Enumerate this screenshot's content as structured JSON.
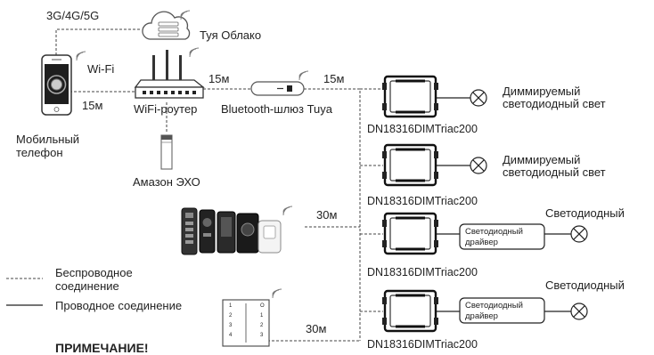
{
  "labels": {
    "network": "3G/4G/5G",
    "cloud": "Туя Облако",
    "wifi": "Wi-Fi",
    "dist_phone_router": "15м",
    "dist_router_gateway": "15м",
    "dist_gateway_bus": "15м",
    "router": "WiFi-роутер",
    "gateway": "Bluetooth-шлюз Tuya",
    "phone_line1": "Мобильный",
    "phone_line2": "телефон",
    "amazon": "Амазон ЭХО",
    "dist_remotes": "30м",
    "dist_panel": "30м"
  },
  "devices": [
    {
      "model": "DN18316DIMTriac200",
      "load_line1": "Диммируемый",
      "load_line2": "светодиодный свет"
    },
    {
      "model": "DN18316DIMTriac200",
      "load_line1": "Диммируемый",
      "load_line2": "светодиодный свет"
    },
    {
      "model": "DN18316DIMTriac200",
      "load_line1": "Светодиодный",
      "driver_line1": "Светодиодный",
      "driver_line2": "драйвер"
    },
    {
      "model": "DN18316DIMTriac200",
      "load_line1": "Светодиодный",
      "driver_line1": "Светодиодный",
      "driver_line2": "драйвер"
    }
  ],
  "legend": {
    "wireless_line1": "Беспроводное",
    "wireless_line2": "соединение",
    "wired": "Проводное соединение"
  },
  "panel": {
    "left_keys": [
      "1",
      "2",
      "3",
      "4"
    ],
    "right_keys": [
      "O",
      "1",
      "2",
      "3"
    ]
  },
  "note_title": "ПРИМЕЧАНИЕ!"
}
